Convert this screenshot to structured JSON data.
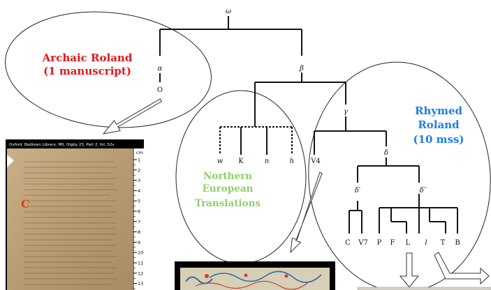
{
  "labels": {
    "archaic": [
      "Archaic Roland",
      "(1 manuscript)"
    ],
    "northern": [
      "Northern",
      "European",
      "Translations"
    ],
    "rhymed": [
      "Rhymed",
      "Roland",
      "(10 mss)"
    ]
  },
  "nodes": {
    "omega": "ω",
    "alpha": "α",
    "beta": "β",
    "gamma": "γ",
    "delta": "δ",
    "delta1": "δ′",
    "delta2": "δ′′",
    "O": "O",
    "w": "w",
    "K": "K",
    "n": "n",
    "h": "h",
    "V4": "V4",
    "C": "C",
    "V7": "V7",
    "P": "P",
    "F": "F",
    "L": "L",
    "l": "l",
    "T": "T",
    "B": "B"
  },
  "manuscript": {
    "caption": "Oxford, Bodleian Library, MS. Digby 23, Part 2, fol. 52v",
    "ruler_unit": "cm",
    "ruler_ticks": [
      "1",
      "2",
      "3",
      "4",
      "5",
      "6",
      "7",
      "8",
      "9",
      "10",
      "11",
      "12",
      "13"
    ]
  },
  "colors": {
    "archaic": "#e8151b",
    "northern": "#8fcf6a",
    "rhymed": "#1e7de8",
    "parchment": "#b9a07a"
  }
}
